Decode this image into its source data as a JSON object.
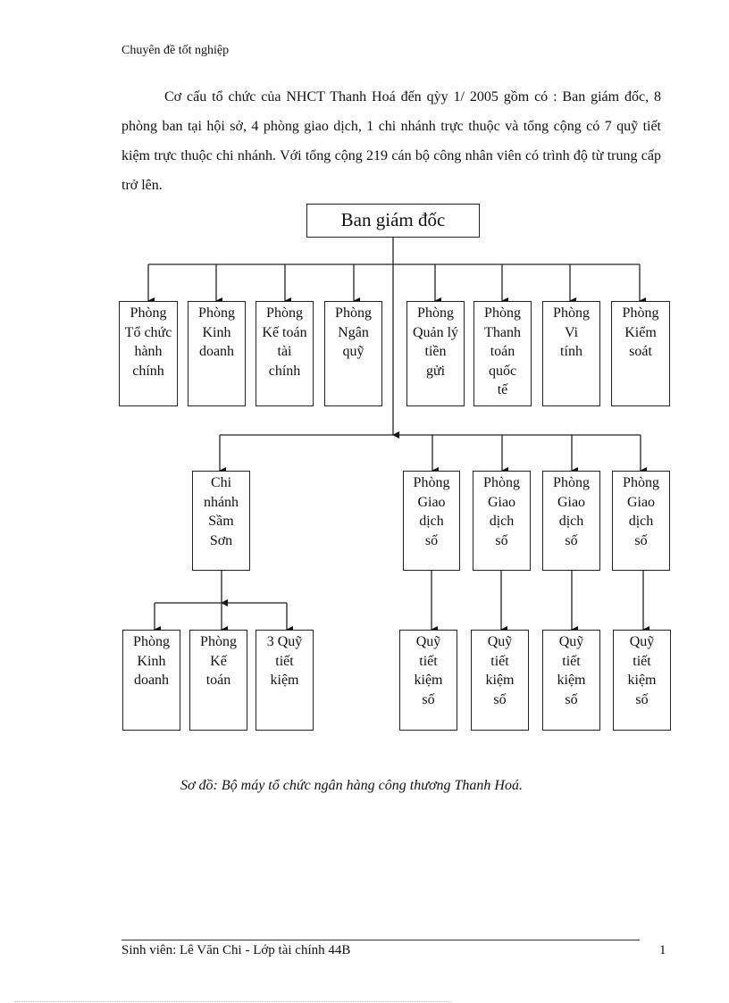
{
  "header": {
    "running_title": "Chuyên  đề tốt nghiệp"
  },
  "body": {
    "paragraph": "Cơ cấu tổ chức của NHCT Thanh Hoá đến qỳy 1/ 2005 gồm có : Ban giám  đốc, 8 phòng ban tại hội sở, 4 phòng giao dịch, 1 chi nhánh trực thuộc và tổng cộng có 7 quỹ tiết kiệm trực thuộc chi nhánh. Với tổng cộng 219 cán bộ công nhân viên có trình độ từ trung cấp trở lên."
  },
  "diagram": {
    "root": "Ban giám đốc",
    "departments": [
      "Phòng\nTổ chức\nhành\nchính",
      "Phòng\nKinh\ndoanh",
      "Phòng\nKế toán\ntài\nchính",
      "Phòng\nNgân\nquỹ",
      "Phòng\nQuản lý\ntiền\ngửi",
      "Phòng\nThanh\ntoán\nquốc\ntế",
      "Phòng\nVi\ntính",
      "Phòng\nKiểm\nsoát"
    ],
    "branch": "Chi\nnhánh\nSầm\nSơn",
    "branch_units": [
      "Phòng\nKinh\ndoanh",
      "Phòng\nKế\ntoán",
      "3 Quỹ\ntiết\nkiệm"
    ],
    "transaction_offices": [
      "Phòng\nGiao\ndịch\nsố",
      "Phòng\nGiao\ndịch\nsố",
      "Phòng\nGiao\ndịch\nsố",
      "Phòng\nGiao\ndịch\nsố"
    ],
    "savings_funds": [
      "Quỹ\ntiết\nkiệm\nsố",
      "Quỹ\ntiết\nkiệm\nsố",
      "Quỹ\ntiết\nkiệm\nsố",
      "Quỹ\ntiết\nkiệm\nsố"
    ],
    "caption": "Sơ đồ:  Bộ máy tổ chức ngân hàng công thương Thanh Hoá."
  },
  "footer": {
    "student": "Sinh viên: Lê Văn Chi - Lớp tài chính 44B",
    "page_number": "1"
  }
}
